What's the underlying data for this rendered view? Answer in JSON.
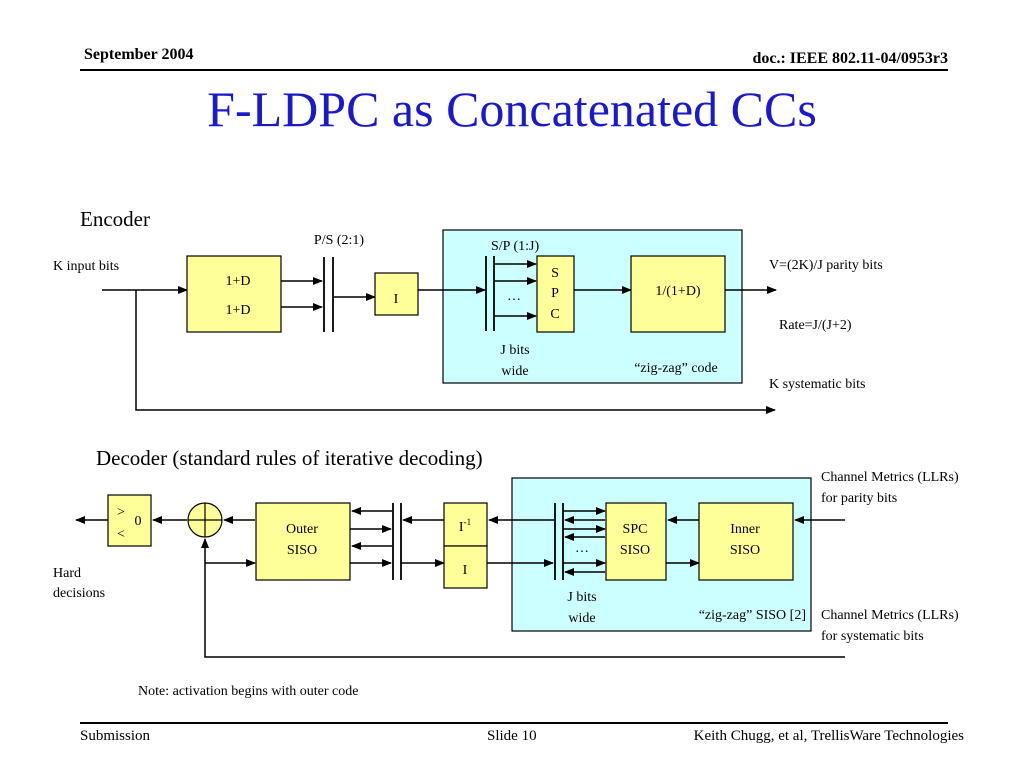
{
  "header": {
    "date": "September 2004",
    "doc_id": "doc.: IEEE 802.11-04/0953r3"
  },
  "title": "F-LDPC as Concatenated CCs",
  "encoder": {
    "section_label": "Encoder",
    "input_label": "K input bits",
    "block_1pd_top": "1+D",
    "block_1pd_bottom": "1+D",
    "ps_label": "P/S (2:1)",
    "interleaver": "I",
    "sp_label": "S/P (1:J)",
    "ellipsis": "…",
    "spc_letters": [
      "S",
      "P",
      "C"
    ],
    "accumulator": "1/(1+D)",
    "jbits_line1": "J bits",
    "jbits_line2": "wide",
    "zigzag_label": "“zig-zag” code",
    "parity_label": "V=(2K)/J parity bits",
    "rate_label": "Rate=J/(J+2)",
    "systematic_label": "K systematic bits",
    "colors": {
      "block_fill": "#ffff99",
      "group_fill": "#ccffff"
    }
  },
  "decoder": {
    "section_label": "Decoder (standard rules of iterative decoding)",
    "slicer_gt": ">",
    "slicer_lt": "<",
    "slicer_zero": "0",
    "hard_line1": "Hard",
    "hard_line2": "decisions",
    "outer_line1": "Outer",
    "outer_line2": "SISO",
    "deinterleaver": "I",
    "deinterleaver_sup": "-1",
    "interleaver": "I",
    "ellipsis": "…",
    "spc_line1": "SPC",
    "spc_line2": "SISO",
    "inner_line1": "Inner",
    "inner_line2": "SISO",
    "jbits_line1": "J bits",
    "jbits_line2": "wide",
    "zigzag_label": "“zig-zag” SISO [2]",
    "parity_metrics_line1": "Channel Metrics (LLRs)",
    "parity_metrics_line2": "for parity bits",
    "systematic_metrics_line1": "Channel Metrics (LLRs)",
    "systematic_metrics_line2": "for systematic bits"
  },
  "note": "Note: activation begins with outer code",
  "footer": {
    "left": "Submission",
    "center": "Slide 10",
    "right": "Keith Chugg, et al, TrellisWare Technologies"
  }
}
